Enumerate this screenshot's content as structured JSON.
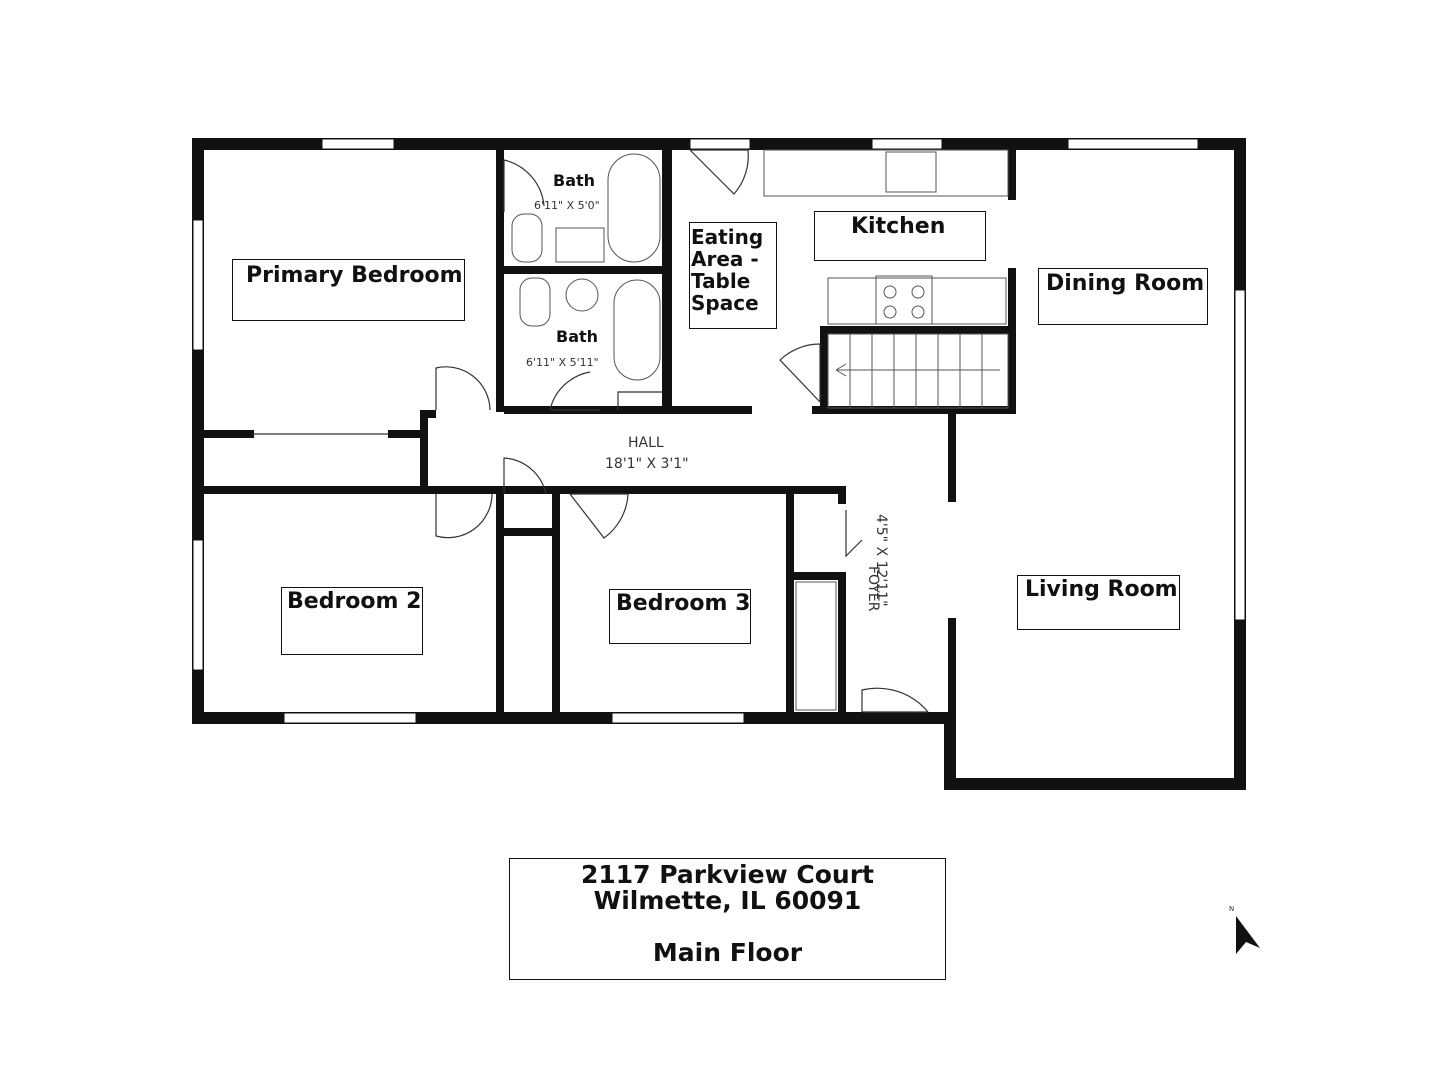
{
  "rooms": {
    "primary_bedroom": "Primary Bedroom",
    "bath_1": "Bath",
    "bath_1_dims": "6'11\" X 5'0\"",
    "bath_2": "Bath",
    "bath_2_dims": "6'11\" X 5'11\"",
    "eating_area": [
      "Eating",
      "Area -",
      "Table",
      "Space"
    ],
    "kitchen": "Kitchen",
    "dining_room": "Dining Room",
    "hall": "HALL",
    "hall_dims": "18'1\" X 3'1\"",
    "foyer": "FOYER",
    "foyer_dims": "4'5\" X 12'11\"",
    "bedroom_2": "Bedroom 2",
    "bedroom_3": "Bedroom 3",
    "living_room": "Living Room"
  },
  "info": {
    "address_line1": "2117 Parkview Court",
    "address_line2": "Wilmette, IL 60091",
    "floor": "Main Floor"
  },
  "compass": {
    "label": "N"
  }
}
